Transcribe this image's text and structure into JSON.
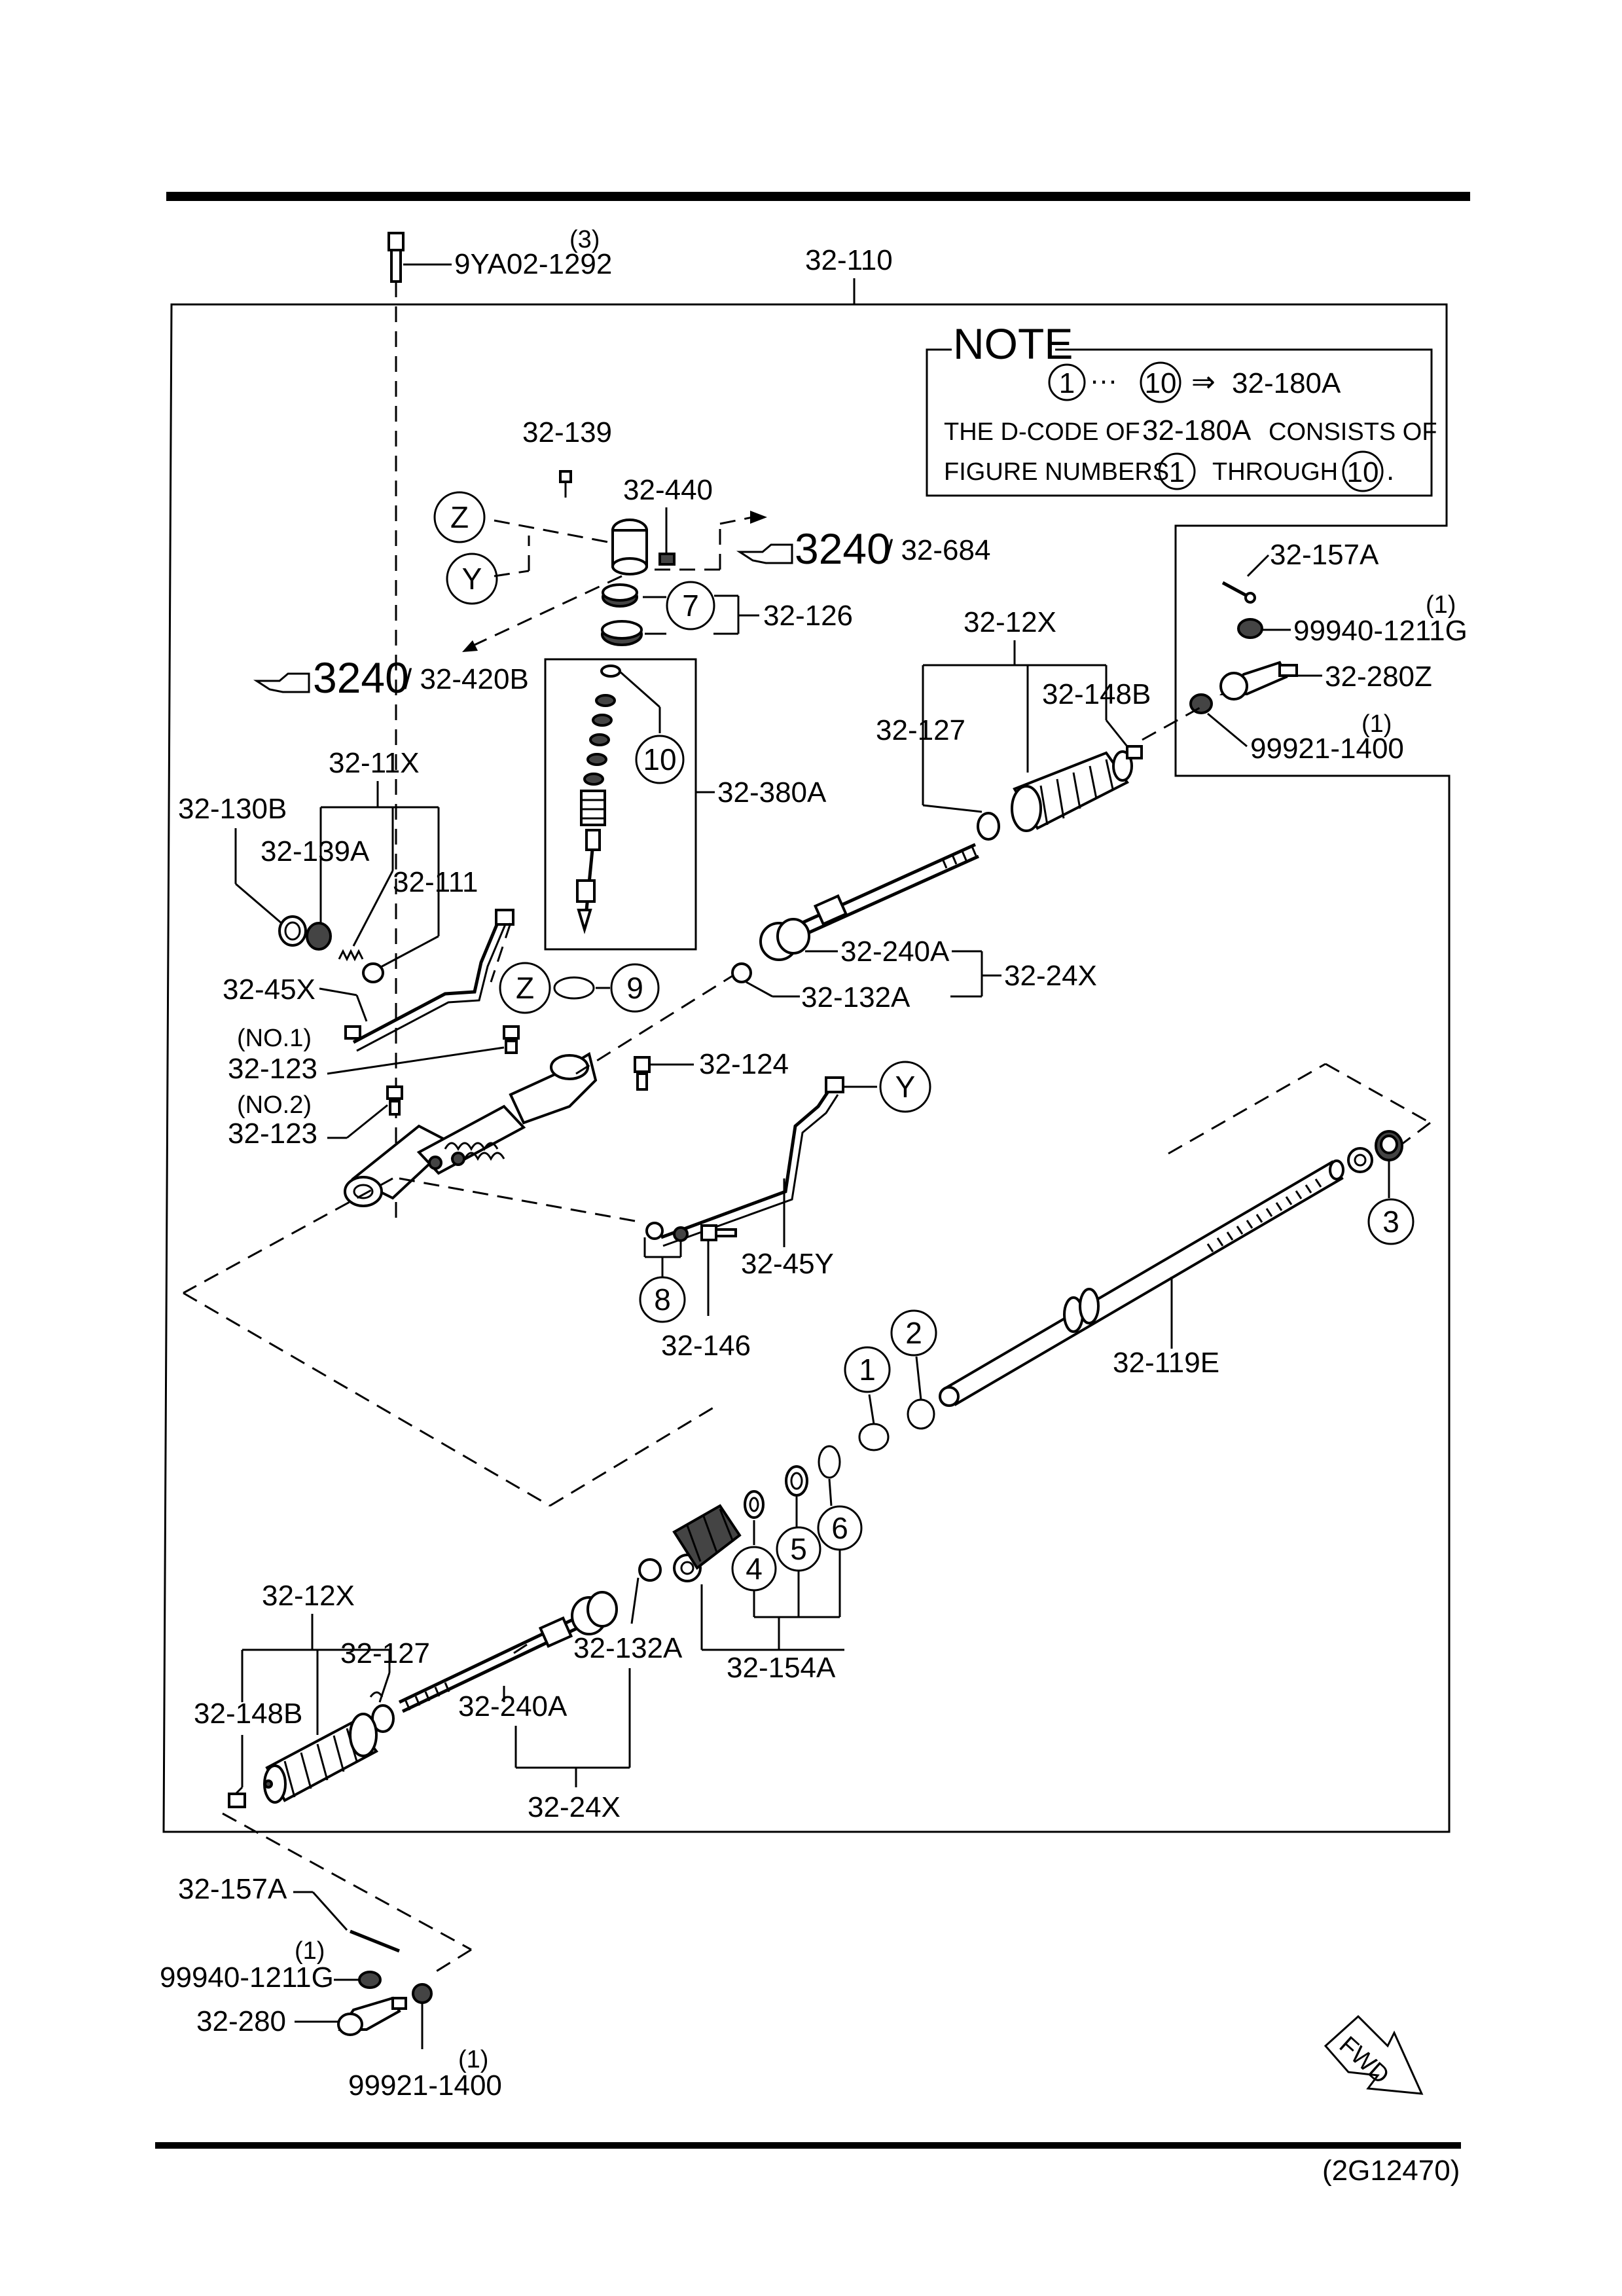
{
  "diagram_ref": "(2G12470)",
  "fwd_symbol": "FWD",
  "note": {
    "title": "NOTE",
    "line1_from": "1",
    "line1_dots": "…",
    "line1_to": "10",
    "line1_arrow": "⇒",
    "line1_part": "32-180A",
    "line2_a": "THE D-CODE OF",
    "line2_part": "32-180A",
    "line2_b": "CONSISTS OF",
    "line3_a": "FIGURE NUMBERS",
    "line3_from": "1",
    "line3_mid": "THROUGH",
    "line3_to": "10",
    "line3_end": "."
  },
  "refs": {
    "ref1_num": "3240",
    "ref1_part": "/ 32-684",
    "ref2_num": "3240",
    "ref2_part": "/ 32-420B",
    "pointer_icon": "pointing-hand-icon"
  },
  "labels": {
    "assembly": "32-110",
    "bolt": "9YA02-1292",
    "bolt_qty": "(3)",
    "p32_139": "32-139",
    "p32_440": "32-440",
    "p32_126": "32-126",
    "p32_380A": "32-380A",
    "p32_11X": "32-11X",
    "p32_130B": "32-130B",
    "p32_139A": "32-139A",
    "p32_111": "32-111",
    "p32_45X": "32-45X",
    "no1": "(NO.1)",
    "p32_123_a": "32-123",
    "no2": "(NO.2)",
    "p32_123_b": "32-123",
    "p32_124": "32-124",
    "p32_157A_r": "32-157A",
    "p99940_r": "99940-1211G",
    "qty_99940_r": "(1)",
    "p32_280Z": "32-280Z",
    "p99921_r": "99921-1400",
    "qty_99921_r": "(1)",
    "p32_12X_r": "32-12X",
    "p32_148B_r": "32-148B",
    "p32_127_r": "32-127",
    "p32_240A_r": "32-240A",
    "p32_24X_r": "32-24X",
    "p32_132A_r": "32-132A",
    "p32_45Y": "32-45Y",
    "p32_146": "32-146",
    "p32_119E": "32-119E",
    "p32_12X_l": "32-12X",
    "p32_127_l": "32-127",
    "p32_148B_l": "32-148B",
    "p32_240A_l": "32-240A",
    "p32_132A_l": "32-132A",
    "p32_24X_l": "32-24X",
    "p32_154A": "32-154A",
    "p32_157A_l": "32-157A",
    "qty_99940_l": "(1)",
    "p99940_l": "99940-1211G",
    "p32_280": "32-280",
    "qty_99921_l": "(1)",
    "p99921_l": "99921-1400"
  },
  "callouts": {
    "c1": "1",
    "c2": "2",
    "c3": "3",
    "c4": "4",
    "c5": "5",
    "c6": "6",
    "c7": "7",
    "c8": "8",
    "c9": "9",
    "c10": "10",
    "cZ1": "Z",
    "cY1": "Y",
    "cZ2": "Z",
    "cY2": "Y"
  }
}
